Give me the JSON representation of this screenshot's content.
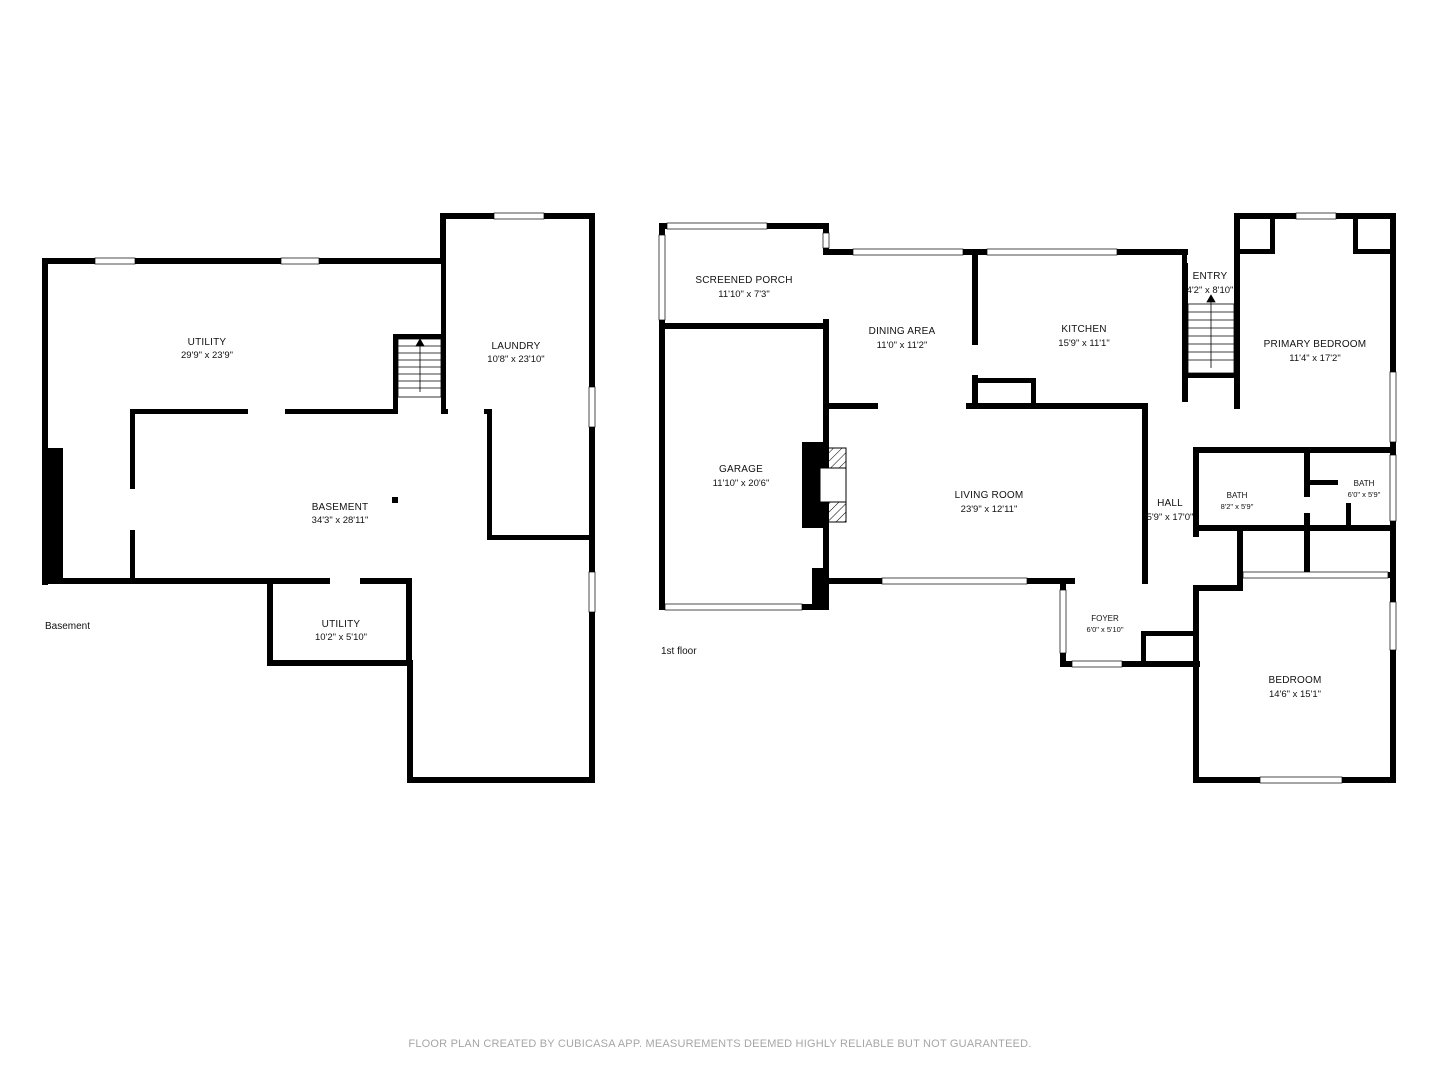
{
  "basement": {
    "floor_label": "Basement",
    "rooms": {
      "utility_main": {
        "name": "UTILITY",
        "dims": "29'9\" x 23'9\""
      },
      "laundry": {
        "name": "LAUNDRY",
        "dims": "10'8\" x 23'10\""
      },
      "basement": {
        "name": "BASEMENT",
        "dims": "34'3\" x 28'11\""
      },
      "utility_small": {
        "name": "UTILITY",
        "dims": "10'2\" x 5'10\""
      }
    }
  },
  "first_floor": {
    "floor_label": "1st floor",
    "rooms": {
      "screened_porch": {
        "name": "SCREENED PORCH",
        "dims": "11'10\" x 7'3\""
      },
      "garage": {
        "name": "GARAGE",
        "dims": "11'10\" x 20'6\""
      },
      "dining_area": {
        "name": "DINING AREA",
        "dims": "11'0\" x 11'2\""
      },
      "kitchen": {
        "name": "KITCHEN",
        "dims": "15'9\" x 11'1\""
      },
      "entry": {
        "name": "ENTRY",
        "dims": "4'2\" x 8'10\""
      },
      "primary_bedroom": {
        "name": "PRIMARY BEDROOM",
        "dims": "11'4\" x 17'2\""
      },
      "living_room": {
        "name": "LIVING ROOM",
        "dims": "23'9\" x 12'11\""
      },
      "hall": {
        "name": "HALL",
        "dims": "5'9\" x 17'0\""
      },
      "bath_1": {
        "name": "BATH",
        "dims": "8'2\" x 5'9\""
      },
      "bath_2": {
        "name": "BATH",
        "dims": "6'0\" x 5'9\""
      },
      "foyer": {
        "name": "FOYER",
        "dims": "6'0\" x 5'10\""
      },
      "bedroom": {
        "name": "BEDROOM",
        "dims": "14'6\" x 15'1\""
      }
    }
  },
  "footer": {
    "disclaimer": "FLOOR PLAN CREATED BY CUBICASA APP. MEASUREMENTS DEEMED HIGHLY RELIABLE BUT NOT GUARANTEED."
  }
}
